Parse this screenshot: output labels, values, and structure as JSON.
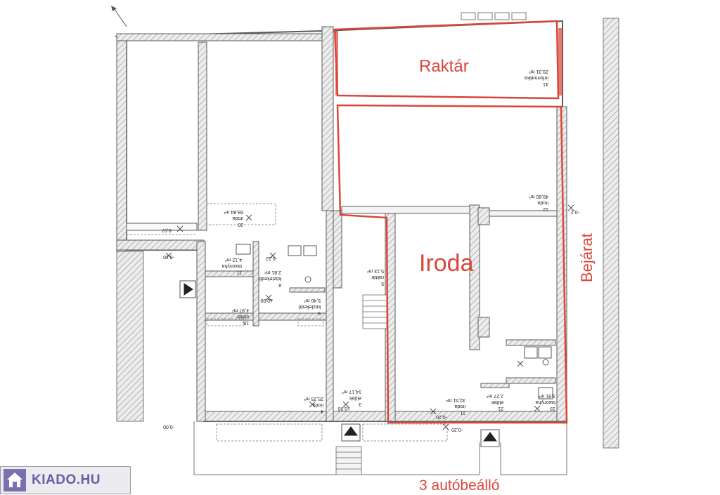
{
  "labels": {
    "raktar": "Raktár",
    "iroda": "Iroda",
    "bejarat": "Bejárat",
    "parking": "3 autóbeálló"
  },
  "rooms": [
    {
      "id": "r41",
      "name": "informatika",
      "area": "29,31 m²",
      "num": "41"
    },
    {
      "id": "r12",
      "name": "iroda",
      "area": "49,80 m²",
      "num": "12"
    },
    {
      "id": "r20",
      "name": "iroda",
      "area": "69,84 m²",
      "num": "20"
    },
    {
      "id": "r11",
      "name": "taxonyha",
      "area": "4,12 m²",
      "num": "11"
    },
    {
      "id": "r8",
      "name": "közlekedő",
      "area": "2,81 m²",
      "num": "8"
    },
    {
      "id": "r5",
      "name": "raktár",
      "area": "5,13 m²",
      "num": "5"
    },
    {
      "id": "r18",
      "name": "előtér",
      "area": "4,97 m²",
      "num": "18"
    },
    {
      "id": "r9",
      "name": "közlekedő",
      "area": "5,40 m²",
      "num": "9"
    },
    {
      "id": "r4",
      "name": "iroda",
      "area": "25,25 m²",
      "num": "4"
    },
    {
      "id": "r3",
      "name": "előtér",
      "area": "14,17 m²",
      "num": "3"
    },
    {
      "id": "r11b",
      "name": "iroda",
      "area": "32,51 m²",
      "num": "11"
    },
    {
      "id": "r21",
      "name": "előtér",
      "area": "2,27 m²",
      "num": "21"
    },
    {
      "id": "r19",
      "name": "taxonyha",
      "area": "3,91 m²",
      "num": "19"
    }
  ],
  "levels": {
    "l1": "-0,07",
    "l2": "-0,10",
    "l3": "-0,12",
    "l4": "±0,00",
    "l5": "-0,20",
    "l6": "±0,00",
    "l7": "-0,20",
    "l8": "-0,00",
    "l9": "-0,2"
  },
  "colors": {
    "highlight": "#d9463a",
    "wall": "#5a5a5a",
    "hatch": "#9a9a9a"
  },
  "logo": {
    "text": "KIADO.HU",
    "icon": "house-icon"
  }
}
